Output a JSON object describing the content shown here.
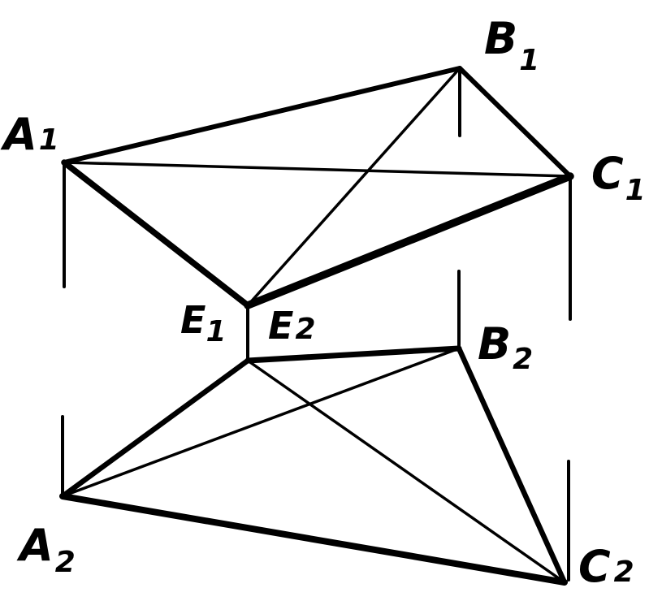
{
  "figure": {
    "labels": {
      "A1": {
        "main": "A",
        "sub": "1"
      },
      "B1": {
        "main": "B",
        "sub": "1"
      },
      "C1": {
        "main": "C",
        "sub": "1"
      },
      "E1": {
        "main": "E",
        "sub": "1"
      },
      "E2": {
        "main": "E",
        "sub": "2"
      },
      "A2": {
        "main": "A",
        "sub": "2"
      },
      "B2": {
        "main": "B",
        "sub": "2"
      },
      "C2": {
        "main": "C",
        "sub": "2"
      }
    },
    "colors": {
      "ink": "#000000",
      "paper": "#ffffff"
    }
  }
}
